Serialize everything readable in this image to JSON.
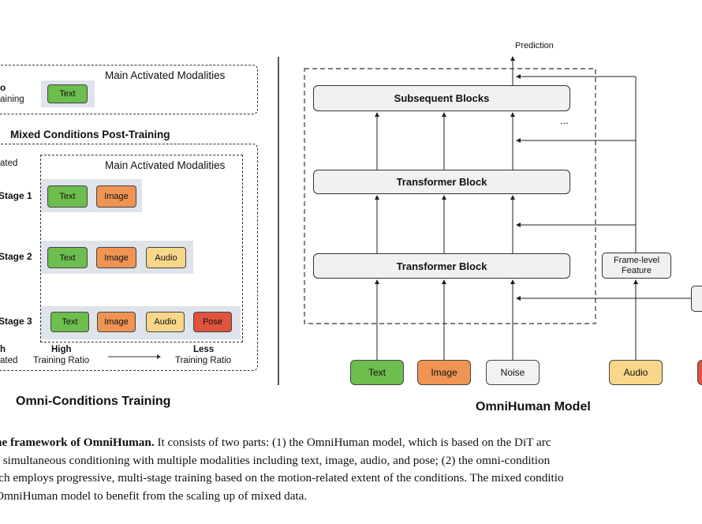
{
  "left": {
    "pretrain": {
      "side_label_1": "o",
      "side_label_2": "aining",
      "heading": "Main Activated Modalities",
      "chip": "Text"
    },
    "post_training_title": "Mixed Conditions Post-Training",
    "side_related": "ated",
    "inner_heading": "Main Activated Modalities",
    "stages": [
      {
        "label": "Stage 1",
        "chips": [
          "Text",
          "Image"
        ]
      },
      {
        "label": "Stage 2",
        "chips": [
          "Text",
          "Image",
          "Audio"
        ]
      },
      {
        "label": "Stage 3",
        "chips": [
          "Text",
          "Image",
          "Audio",
          "Pose"
        ]
      }
    ],
    "bottom_left_1": "h",
    "bottom_left_2": "ated",
    "high": "High",
    "high_sub": "Training Ratio",
    "less": "Less",
    "less_sub": "Training Ratio",
    "title": "Omni-Conditions Training"
  },
  "right": {
    "prediction": "Prediction",
    "blocks": [
      "Subsequent Blocks",
      "Transformer Block",
      "Transformer Block"
    ],
    "ellipsis": "...",
    "frame_feature": "Frame-level Feature",
    "inputs": [
      "Text",
      "Image",
      "Noise",
      "Audio"
    ],
    "title": "OmniHuman Model"
  },
  "caption": {
    "bold": "he framework of OmniHuman.",
    "line1_rest": " It consists of two parts: (1) the OmniHuman model, which is based on the DiT arc",
    "line2": "s simultaneous conditioning with multiple modalities including text, image, audio, and pose; (2) the omni-condition",
    "line3": "ich employs progressive, multi-stage training based on the motion-related extent of the conditions. The mixed conditio",
    "line4": "OmniHuman model to benefit from the scaling up of mixed data."
  },
  "colors": {
    "text": "#6dbd4f",
    "image": "#ef9452",
    "audio": "#f8d78a",
    "pose": "#e0533c",
    "noise": "#f2f2f2",
    "highlight": "#dfe3ea"
  }
}
